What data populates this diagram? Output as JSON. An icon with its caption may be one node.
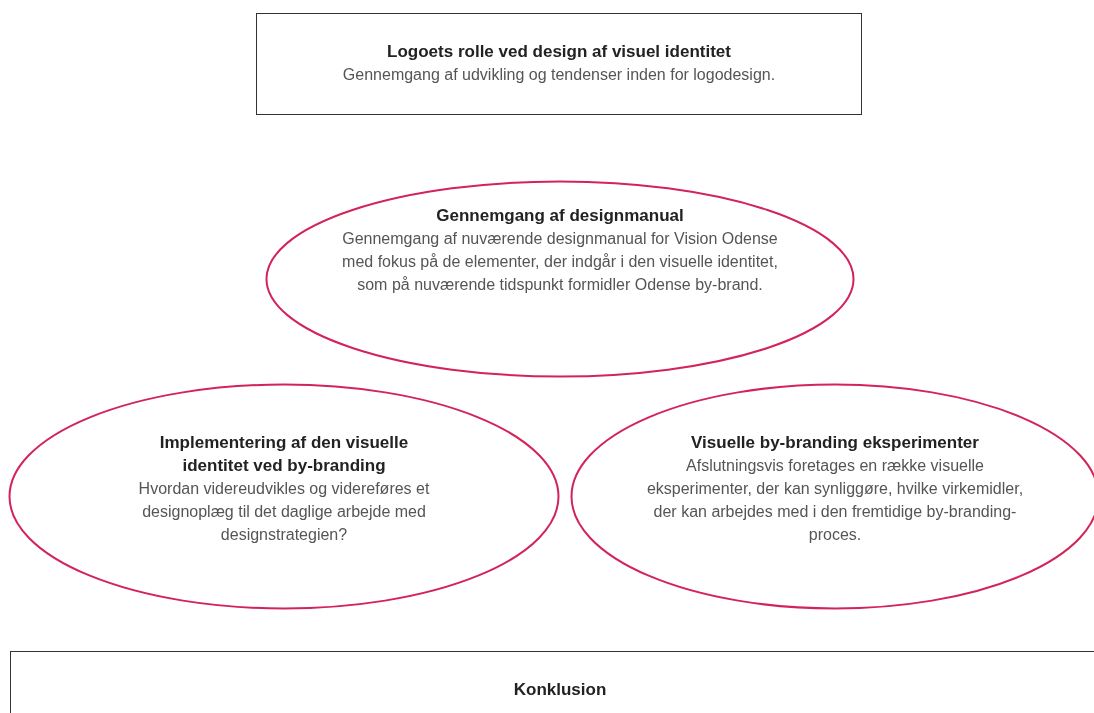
{
  "diagram": {
    "nodes": [
      {
        "text": [
          "Logoets rolle ved design af visuel identitet",
          "Gennemgang af udvikling og tendenser inden for logodesign."
        ]
      },
      {
        "text": [
          "Gennemgang af designmanual",
          "Gennemgang af nuværende designmanual for Vision Odense med fokus på de elementer, der indgår i den visuelle identitet, som på nuværende tidspunkt formidler Odense by-brand."
        ]
      },
      {
        "text": [
          "Implementering af den visuelle identitet ved by-branding",
          "Hvordan videreudvikles og videreføres et designoplæg til det daglige arbejde med designstrategien?"
        ]
      },
      {
        "text": [
          "Visuelle by-branding eksperimenter",
          "Afslutningsvis foretages en række visuelle eksperimenter, der kan synliggøre, hvilke virkemidler, der kan arbejdes med i den fremtidige by-branding-proces."
        ]
      },
      {
        "text": [
          "Konklusion"
        ]
      }
    ],
    "edges": []
  }
}
